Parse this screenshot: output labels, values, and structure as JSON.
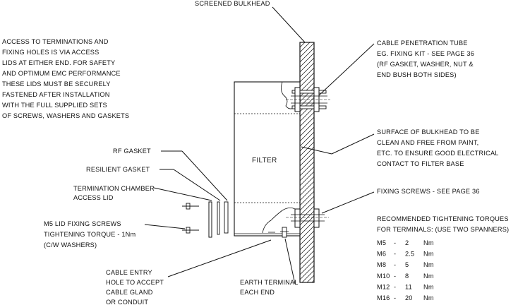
{
  "labels": {
    "screened_bulkhead": "SCREENED BULKHEAD",
    "access_note": [
      "ACCESS TO TERMINATIONS AND",
      "FIXING HOLES IS VIA ACCESS",
      "LIDS AT EITHER END. FOR SAFETY",
      "AND OPTIMUM EMC PERFORMANCE",
      "THESE LIDS MUST BE SECURELY",
      "FASTENED AFTER INSTALLATION",
      "WITH THE FULL SUPPLIED SETS",
      "OF SCREWS, WASHERS AND GASKETS"
    ],
    "cable_penetration": [
      "CABLE PENETRATION TUBE",
      "EG. FIXING KIT - SEE PAGE 36",
      "(RF GASKET, WASHER, NUT &",
      "END BUSH BOTH SIDES)"
    ],
    "surface_note": [
      "SURFACE OF BULKHEAD TO BE",
      "CLEAN AND FREE FROM PAINT,",
      "ETC. TO ENSURE GOOD ELECTRICAL",
      "CONTACT TO FILTER BASE"
    ],
    "filter": "FILTER",
    "rf_gasket": "RF GASKET",
    "resilient_gasket": "RESILIENT GASKET",
    "termination_chamber": [
      "TERMINATION CHAMBER",
      "ACCESS LID"
    ],
    "m5_lid": [
      "M5 LID FIXING SCREWS",
      "TIGHTENING TORQUE - 1Nm",
      "(C/W WASHERS)"
    ],
    "fixing_screws": "FIXING SCREWS - SEE PAGE 36",
    "cable_entry": [
      "CABLE ENTRY",
      "HOLE TO ACCEPT",
      "CABLE GLAND",
      "OR CONDUIT"
    ],
    "earth_terminal": [
      "EARTH TERMINAL",
      "EACH END"
    ]
  },
  "torques": {
    "title": [
      "RECOMMENDED TIGHTENING TORQUES",
      "FOR TERMINALS: (USE TWO SPANNERS)"
    ],
    "rows": [
      {
        "size": "M5",
        "dash": "-",
        "value": "2",
        "unit": "Nm"
      },
      {
        "size": "M6",
        "dash": "-",
        "value": "2.5",
        "unit": "Nm"
      },
      {
        "size": "M8",
        "dash": "-",
        "value": "5",
        "unit": "Nm"
      },
      {
        "size": "M10",
        "dash": "-",
        "value": "8",
        "unit": "Nm"
      },
      {
        "size": "M12",
        "dash": "-",
        "value": "11",
        "unit": "Nm"
      },
      {
        "size": "M16",
        "dash": "-",
        "value": "20",
        "unit": "Nm"
      }
    ]
  }
}
